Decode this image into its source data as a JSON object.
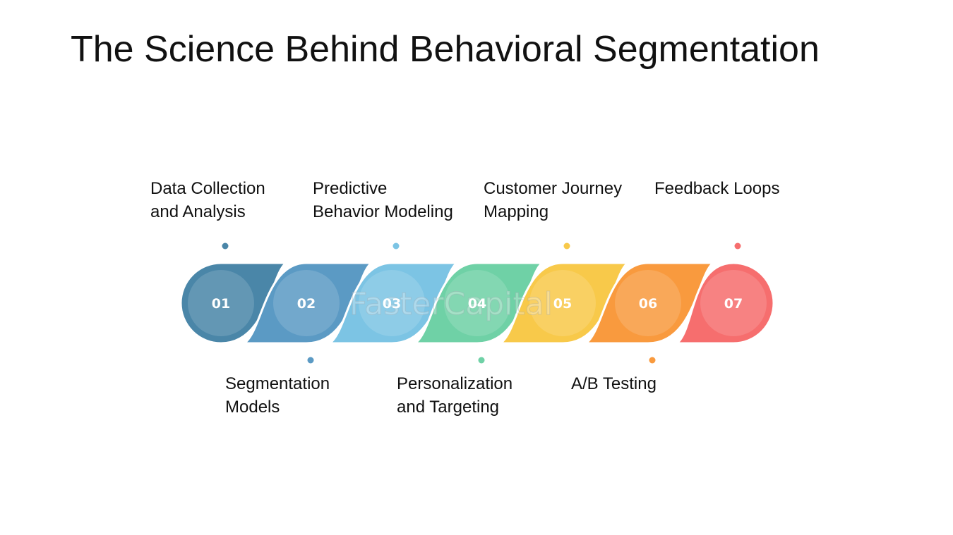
{
  "title": "The Science Behind Behavioral Segmentation",
  "watermark": "FasterCapital",
  "steps": [
    {
      "num": "01",
      "label": "Data Collection\nand Analysis",
      "color": "#4a86a8",
      "position": "top"
    },
    {
      "num": "02",
      "label": "Segmentation\nModels",
      "color": "#5b9ac4",
      "position": "bottom"
    },
    {
      "num": "03",
      "label": "Predictive\nBehavior Modeling",
      "color": "#7cc4e4",
      "position": "top"
    },
    {
      "num": "04",
      "label": "Personalization\nand Targeting",
      "color": "#6fd1a6",
      "position": "bottom"
    },
    {
      "num": "05",
      "label": "Customer Journey\nMapping",
      "color": "#f8c94a",
      "position": "top"
    },
    {
      "num": "06",
      "label": "A/B Testing",
      "color": "#f99a3e",
      "position": "bottom"
    },
    {
      "num": "07",
      "label": "Feedback Loops",
      "color": "#f66e6e",
      "position": "top"
    }
  ]
}
